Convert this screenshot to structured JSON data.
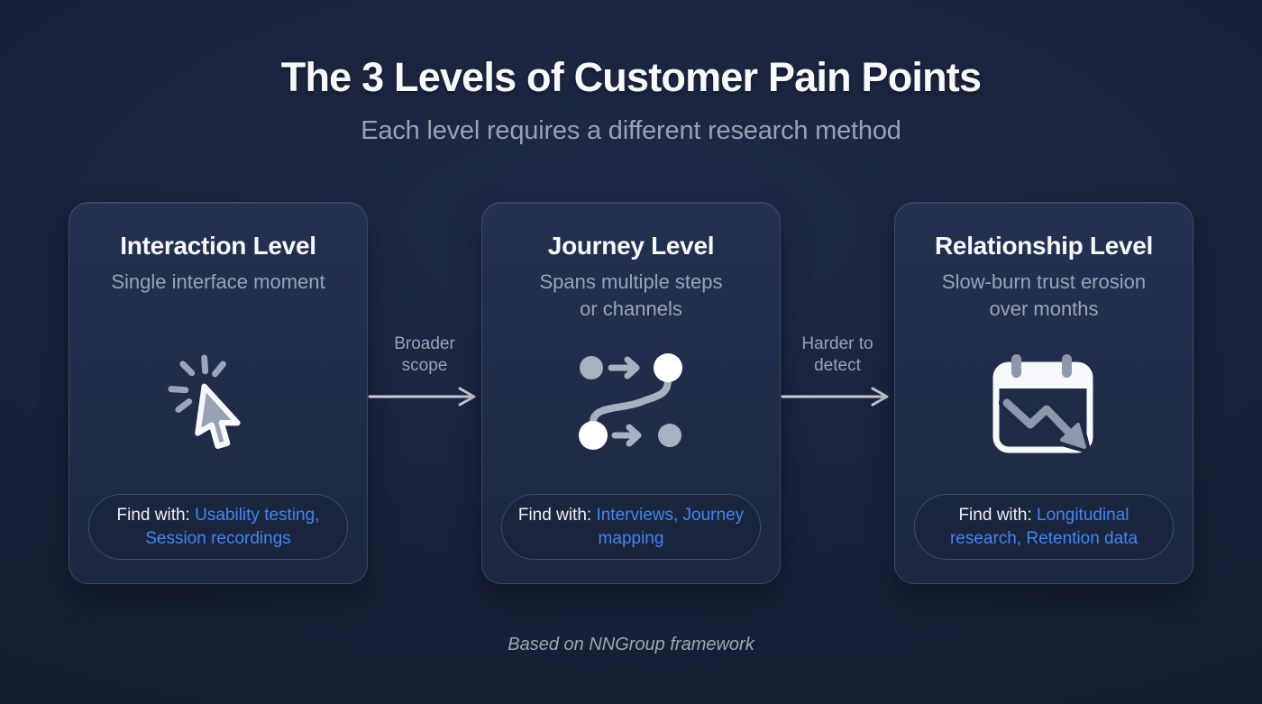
{
  "header": {
    "title": "The 3 Levels of Customer Pain Points",
    "subtitle": "Each level requires a different research method"
  },
  "cards": [
    {
      "title": "Interaction Level",
      "description_lines": [
        "Single interface moment"
      ],
      "icon": "cursor-click-icon",
      "find_with": {
        "label": "Find with:",
        "methods": "Usability testing, Session recordings"
      }
    },
    {
      "title": "Journey Level",
      "description_lines": [
        "Spans multiple steps",
        "or channels"
      ],
      "icon": "journey-path-icon",
      "find_with": {
        "label": "Find with:",
        "methods": "Interviews, Journey mapping"
      }
    },
    {
      "title": "Relationship Level",
      "description_lines": [
        "Slow-burn trust erosion",
        "over months"
      ],
      "icon": "calendar-decline-icon",
      "find_with": {
        "label": "Find with:",
        "methods": "Longitudinal research, Retention data"
      }
    }
  ],
  "connectors": [
    {
      "label_lines": [
        "Broader",
        "scope"
      ]
    },
    {
      "label_lines": [
        "Harder to",
        "detect"
      ]
    }
  ],
  "footer": {
    "attribution": "Based on NNGroup framework"
  },
  "colors": {
    "background": "#182138",
    "card_background": "#1f2a45",
    "card_border": "#3b4864",
    "accent_blue": "#4385f2",
    "text_primary": "#f6f8fb",
    "text_secondary": "#99a4b7",
    "icon_gray": "#a0abbe",
    "icon_white": "#f7f9fc",
    "arrow_gray": "#c5ccd8"
  }
}
